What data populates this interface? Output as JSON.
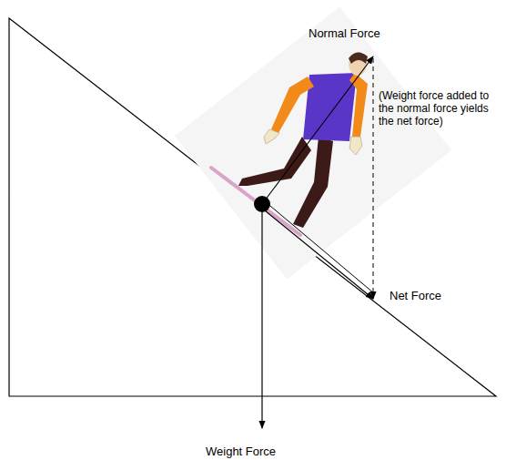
{
  "diagram": {
    "labels": [
      "Normal Force",
      "(Weight force added to the normal force yields the net force)",
      "Net Force",
      "Weight Force"
    ]
  }
}
